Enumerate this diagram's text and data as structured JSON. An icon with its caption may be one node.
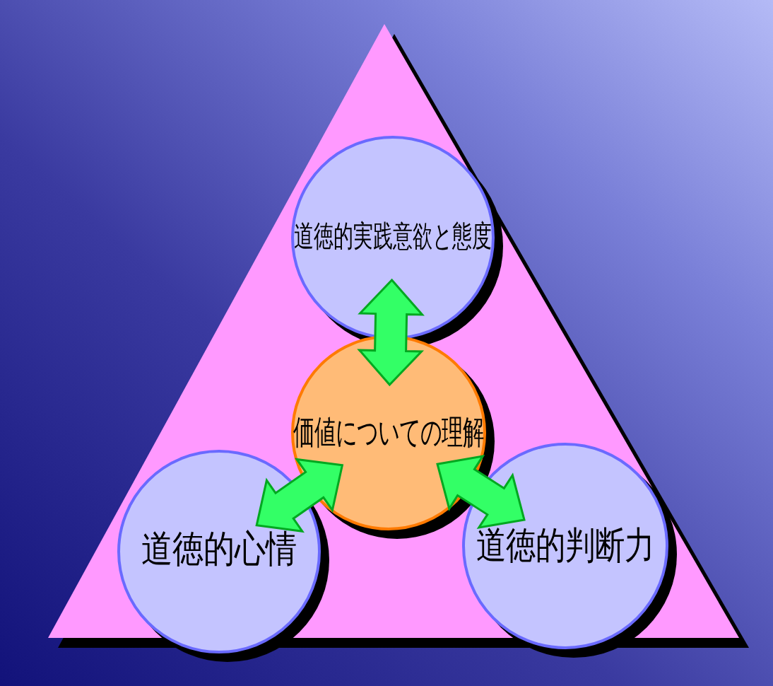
{
  "diagram": {
    "nodes": [
      {
        "text": [
          "道徳的実践意欲と態度"
        ]
      },
      {
        "text": [
          "価値についての理解"
        ]
      },
      {
        "text": [
          "道徳的心情"
        ]
      },
      {
        "text": [
          "道徳的判断力"
        ]
      }
    ],
    "edges": [
      {
        "from": 1,
        "to": 0,
        "arrow": "both"
      },
      {
        "from": 1,
        "to": 2,
        "arrow": "both"
      },
      {
        "from": 1,
        "to": 3,
        "arrow": "both"
      }
    ]
  }
}
